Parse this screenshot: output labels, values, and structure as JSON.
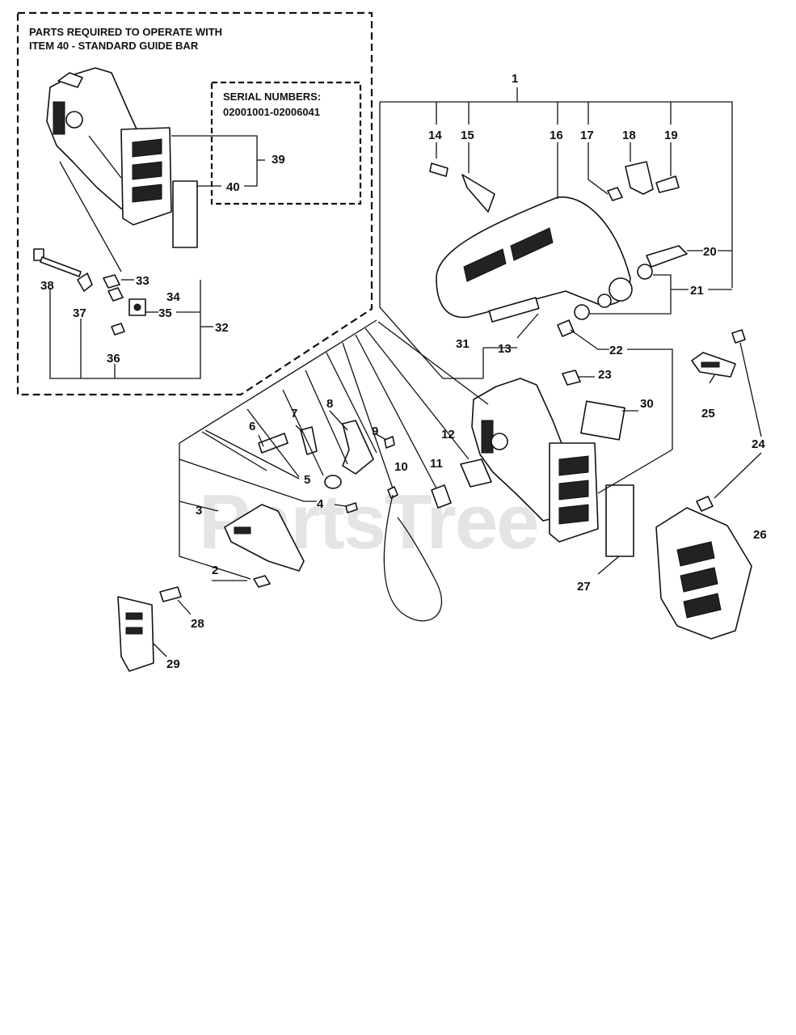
{
  "notes": {
    "required_parts": [
      "PARTS REQUIRED TO OPERATE WITH",
      "ITEM 40 - STANDARD GUIDE BAR"
    ],
    "serial_numbers": [
      "SERIAL NUMBERS:",
      "02001001-02006041"
    ]
  },
  "watermark": "PartsTree",
  "callouts": {
    "c1": "1",
    "c2": "2",
    "c3": "3",
    "c4": "4",
    "c5": "5",
    "c6": "6",
    "c7": "7",
    "c8": "8",
    "c9": "9",
    "c10": "10",
    "c11": "11",
    "c12": "12",
    "c13": "13",
    "c14": "14",
    "c15": "15",
    "c16": "16",
    "c17": "17",
    "c18": "18",
    "c19": "19",
    "c20": "20",
    "c21": "21",
    "c22": "22",
    "c23": "23",
    "c24": "24",
    "c25": "25",
    "c26": "26",
    "c27": "27",
    "c28": "28",
    "c29": "29",
    "c30": "30",
    "c31": "31",
    "c32": "32",
    "c33": "33",
    "c34": "34",
    "c35": "35",
    "c36": "36",
    "c37": "37",
    "c38": "38",
    "c39": "39",
    "c40": "40"
  }
}
